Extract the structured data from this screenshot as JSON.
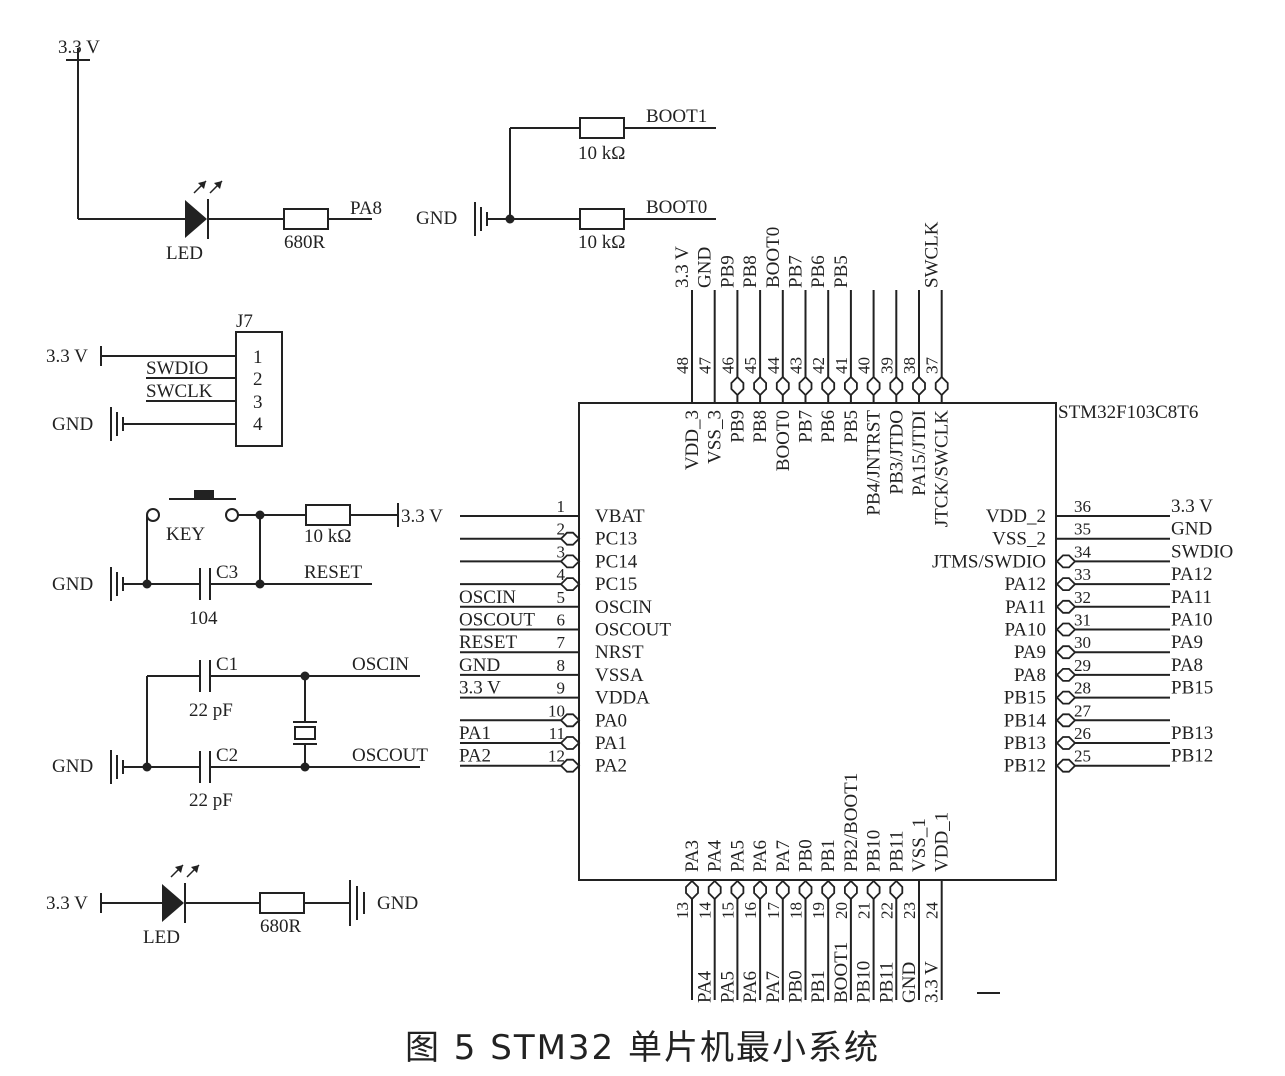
{
  "caption": "图 5   STM32 单片机最小系统",
  "chip": {
    "name": "STM32F103C8T6",
    "left_pins": [
      {
        "num": "1",
        "name": "VBAT",
        "net": ""
      },
      {
        "num": "2",
        "name": "PC13",
        "net": ""
      },
      {
        "num": "3",
        "name": "PC14",
        "net": ""
      },
      {
        "num": "4",
        "name": "PC15",
        "net": ""
      },
      {
        "num": "5",
        "name": "OSCIN",
        "net": "OSCIN"
      },
      {
        "num": "6",
        "name": "OSCOUT",
        "net": "OSCOUT"
      },
      {
        "num": "7",
        "name": "NRST",
        "net": "RESET"
      },
      {
        "num": "8",
        "name": "VSSA",
        "net": "GND"
      },
      {
        "num": "9",
        "name": "VDDA",
        "net": "3.3 V"
      },
      {
        "num": "10",
        "name": "PA0",
        "net": ""
      },
      {
        "num": "11",
        "name": "PA1",
        "net": "PA1"
      },
      {
        "num": "12",
        "name": "PA2",
        "net": "PA2"
      }
    ],
    "right_pins": [
      {
        "num": "36",
        "name": "VDD_2",
        "net": "3.3 V"
      },
      {
        "num": "35",
        "name": "VSS_2",
        "net": "GND"
      },
      {
        "num": "34",
        "name": "JTMS/SWDIO",
        "net": "SWDIO"
      },
      {
        "num": "33",
        "name": "PA12",
        "net": "PA12"
      },
      {
        "num": "32",
        "name": "PA11",
        "net": "PA11"
      },
      {
        "num": "31",
        "name": "PA10",
        "net": "PA10"
      },
      {
        "num": "30",
        "name": "PA9",
        "net": "PA9"
      },
      {
        "num": "29",
        "name": "PA8",
        "net": "PA8"
      },
      {
        "num": "28",
        "name": "PB15",
        "net": "PB15"
      },
      {
        "num": "27",
        "name": "PB14",
        "net": ""
      },
      {
        "num": "26",
        "name": "PB13",
        "net": "PB13"
      },
      {
        "num": "25",
        "name": "PB12",
        "net": "PB12"
      }
    ],
    "top_pins": [
      {
        "num": "48",
        "name": "VDD_3",
        "net": "3.3 V"
      },
      {
        "num": "47",
        "name": "VSS_3",
        "net": "GND"
      },
      {
        "num": "46",
        "name": "PB9",
        "net": "PB9"
      },
      {
        "num": "45",
        "name": "PB8",
        "net": "PB8"
      },
      {
        "num": "44",
        "name": "BOOT0",
        "net": "BOOT0"
      },
      {
        "num": "43",
        "name": "PB7",
        "net": "PB7"
      },
      {
        "num": "42",
        "name": "PB6",
        "net": "PB6"
      },
      {
        "num": "41",
        "name": "PB5",
        "net": "PB5"
      },
      {
        "num": "40",
        "name": "PB4/JNTRST",
        "net": ""
      },
      {
        "num": "39",
        "name": "PB3/JTDO",
        "net": ""
      },
      {
        "num": "38",
        "name": "PA15/JTDI",
        "net": ""
      },
      {
        "num": "37",
        "name": "JTCK/SWCLK",
        "net": "SWCLK"
      }
    ],
    "bottom_pins": [
      {
        "num": "13",
        "name": "PA3",
        "net": ""
      },
      {
        "num": "14",
        "name": "PA4",
        "net": "PA4"
      },
      {
        "num": "15",
        "name": "PA5",
        "net": "PA5"
      },
      {
        "num": "16",
        "name": "PA6",
        "net": "PA6"
      },
      {
        "num": "17",
        "name": "PA7",
        "net": "PA7"
      },
      {
        "num": "18",
        "name": "PB0",
        "net": "PB0"
      },
      {
        "num": "19",
        "name": "PB1",
        "net": "PB1"
      },
      {
        "num": "20",
        "name": "PB2/BOOT1",
        "net": "BOOT1"
      },
      {
        "num": "21",
        "name": "PB10",
        "net": "PB10"
      },
      {
        "num": "22",
        "name": "PB11",
        "net": "PB11"
      },
      {
        "num": "23",
        "name": "VSS_1",
        "net": "GND"
      },
      {
        "num": "24",
        "name": "VDD_1",
        "net": "3.3 V"
      }
    ]
  },
  "led_top": {
    "supply": "3.3 V",
    "led": "LED",
    "resistor": "680R",
    "net": "PA8"
  },
  "boot": {
    "gnd": "GND",
    "r1": "10 kΩ",
    "net1": "BOOT1",
    "r2": "10 kΩ",
    "net2": "BOOT0"
  },
  "swd": {
    "ref": "J7",
    "supply": "3.3 V",
    "gnd": "GND",
    "signals": [
      "SWDIO",
      "SWCLK"
    ],
    "pins": [
      "1",
      "2",
      "3",
      "4"
    ]
  },
  "reset": {
    "key": "KEY",
    "resistor": "10 kΩ",
    "supply": "3.3 V",
    "cap": "C3",
    "cap_value": "104",
    "gnd": "GND",
    "net": "RESET"
  },
  "osc": {
    "c1": "C1",
    "c1_value": "22 pF",
    "c2": "C2",
    "c2_value": "22 pF",
    "gnd": "GND",
    "net1": "OSCIN",
    "net2": "OSCOUT"
  },
  "power_led": {
    "supply": "3.3 V",
    "led": "LED",
    "resistor": "680R",
    "gnd": "GND"
  }
}
